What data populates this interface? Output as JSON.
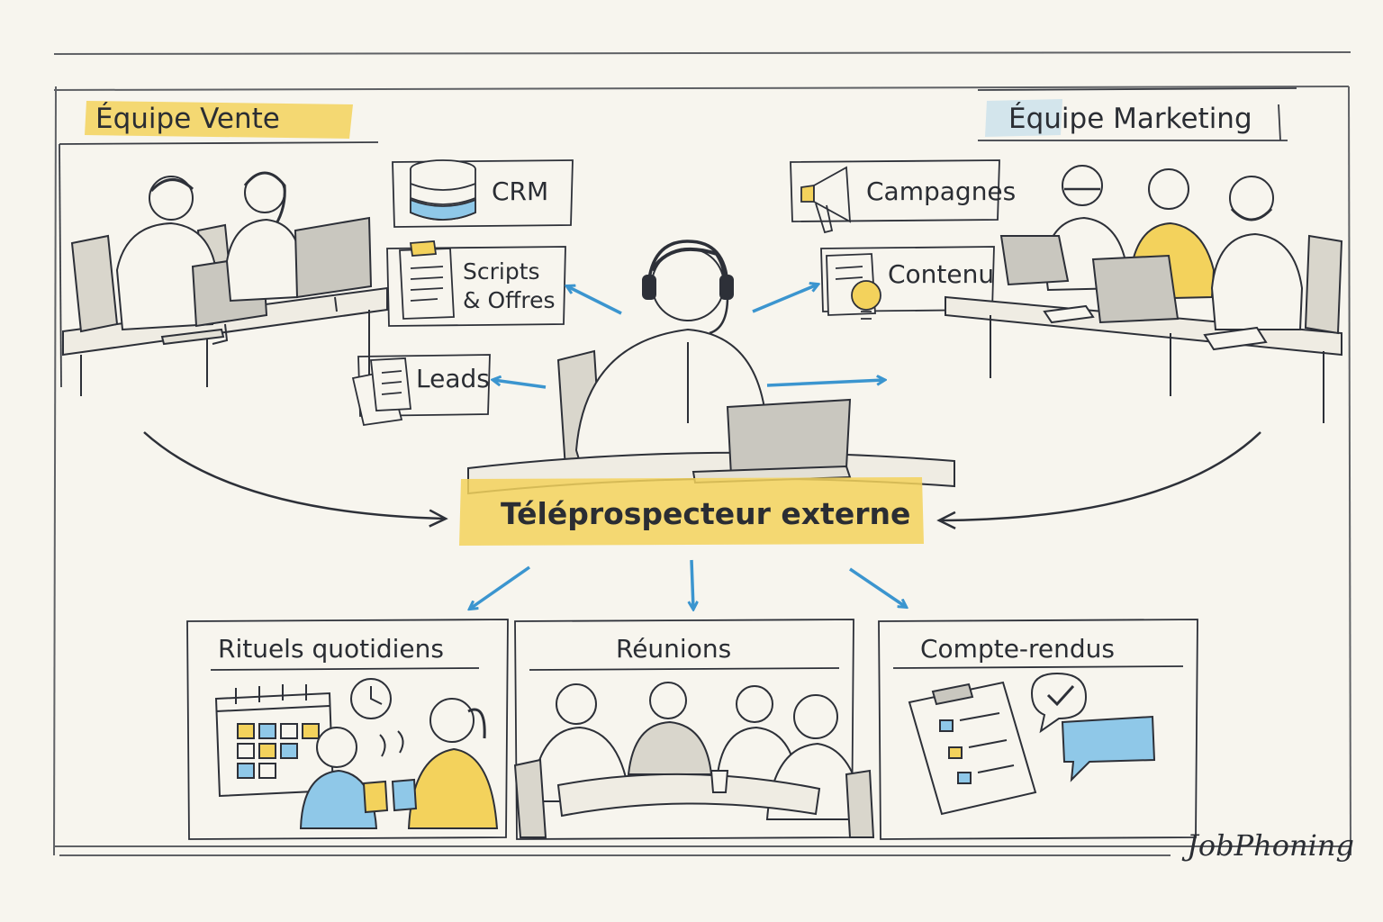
{
  "colors": {
    "ink": "#2d3038",
    "paper": "#f7f5ee",
    "yellow_highlight": "#f3d25c",
    "blue_accent": "#3b95cf",
    "light_blue": "#8fc8e8"
  },
  "teams": {
    "sales": {
      "title": "Équipe Vente"
    },
    "marketing": {
      "title": "Équipe Marketing"
    }
  },
  "resources": {
    "crm": {
      "label": "CRM",
      "icon": "database-icon"
    },
    "scripts": {
      "line1": "Scripts",
      "line2": "& Offres",
      "icon": "document-icon"
    },
    "leads": {
      "label": "Leads",
      "icon": "papers-icon"
    },
    "campagnes": {
      "label": "Campagnes",
      "icon": "megaphone-icon"
    },
    "contenu": {
      "label": "Contenu",
      "icon": "lightbulb-icon"
    }
  },
  "center": {
    "title": "Téléprospecteur externe",
    "icon": "headset-person-icon"
  },
  "sections": {
    "rituels": {
      "title": "Rituels quotidiens",
      "icons": [
        "calendar-icon",
        "clock-icon",
        "coffee-cups-icon"
      ]
    },
    "reunions": {
      "title": "Réunions",
      "icons": [
        "meeting-table-icon"
      ]
    },
    "comptes": {
      "title": "Compte-rendus",
      "icons": [
        "clipboard-checklist-icon",
        "chat-bubbles-icon"
      ]
    }
  },
  "brand": {
    "name": "JobPhoning"
  }
}
